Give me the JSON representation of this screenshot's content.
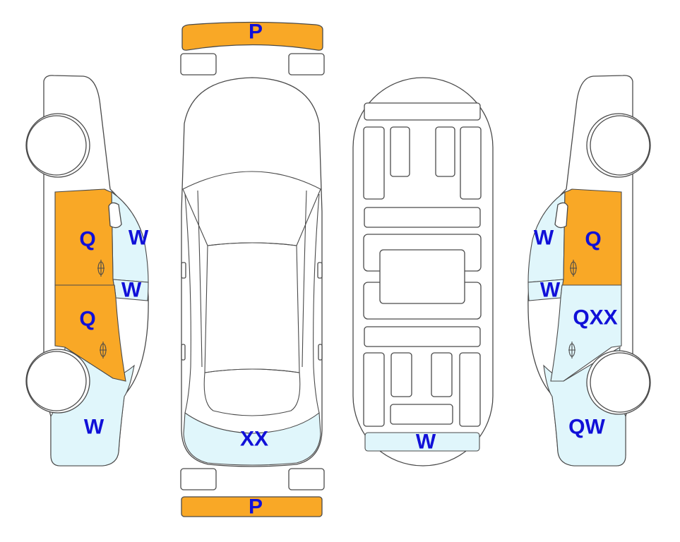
{
  "colors": {
    "scratch": "#F9A826",
    "dent": "#E0F6FB",
    "label": "#1010D8",
    "outline": "#4A4A4A"
  },
  "labels": {
    "front_bumper": "P",
    "rear_bumper": "P",
    "left_front_door": "Q",
    "left_front_window": "W",
    "left_rear_door": "Q",
    "left_rear_window": "W",
    "left_rear_fender": "W",
    "roof_rear": "XX",
    "trunk_rear": "W",
    "right_front_window": "W",
    "right_front_door": "Q",
    "right_rear_window": "W",
    "right_rear_door": "QXX",
    "right_rear_fender": "QW"
  }
}
